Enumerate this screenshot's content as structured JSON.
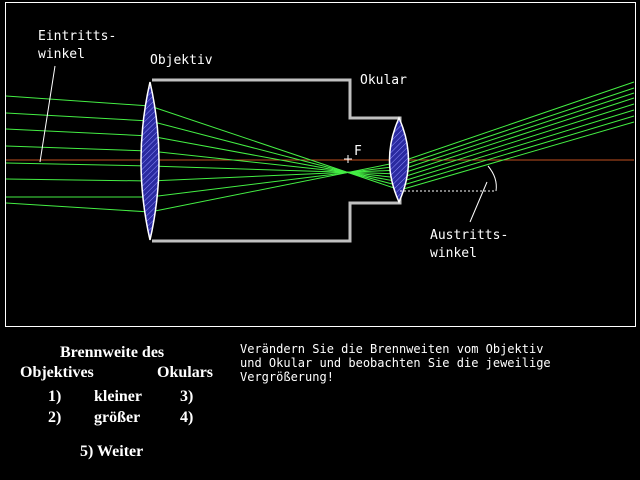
{
  "diagram": {
    "labels": {
      "entry_angle": [
        "Eintritts-",
        "winkel"
      ],
      "objective": "Objektiv",
      "eyepiece": "Okular",
      "focus": "F",
      "exit_angle": [
        "Austritts-",
        "winkel"
      ]
    },
    "colors": {
      "rays": "#44ee44",
      "optical_axis": "#c05020",
      "lens_fill": "#2a2aa0",
      "tube": "#c0c0c0",
      "frame": "#ffffff",
      "background": "#000000"
    }
  },
  "controls": {
    "heading": "Brennweite des",
    "col_objective": "Objektives",
    "col_eyepiece": "Okulars",
    "rows": [
      {
        "left_key": "1)",
        "label": "kleiner",
        "right_key": "3)"
      },
      {
        "left_key": "2)",
        "label": "größer",
        "right_key": "4)"
      }
    ],
    "next": "5) Weiter"
  },
  "instructions": [
    "Verändern Sie die Brennweiten vom Objektiv",
    "und Okular und beobachten Sie die jeweilige",
    "Vergrößerung!"
  ]
}
